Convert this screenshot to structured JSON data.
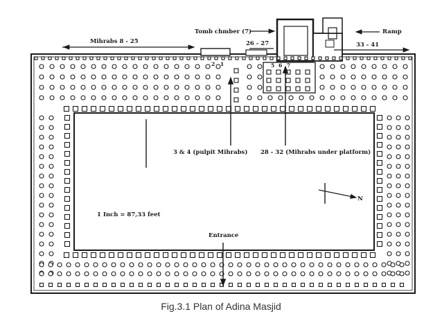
{
  "caption": "Fig.3.1 Plan of Adina Masjid",
  "labels": {
    "mihrabs_8_25": "Mihrabs 8 - 25",
    "tomb_chamber": "Tomb chmber (7)",
    "ramp": "Ramp",
    "mihrabs_26_27": "26 - 27",
    "mihrabs_33_41": "33 - 41",
    "pulpit_mihrabs": "3 & 4 (pulpit Mihrabs)",
    "mihrabs_under_platform": "28 - 32 (Mihrabs under platform)",
    "scale": "1 Inch = 87,33 feet",
    "entrance": "Entrance",
    "north": "N"
  },
  "mihrab_numbers": {
    "n2": "2",
    "n1": "1",
    "n5": "5",
    "n6": "6",
    "n7": "7"
  },
  "colors": {
    "ink": "#1a1a1a",
    "background": "#ffffff"
  }
}
